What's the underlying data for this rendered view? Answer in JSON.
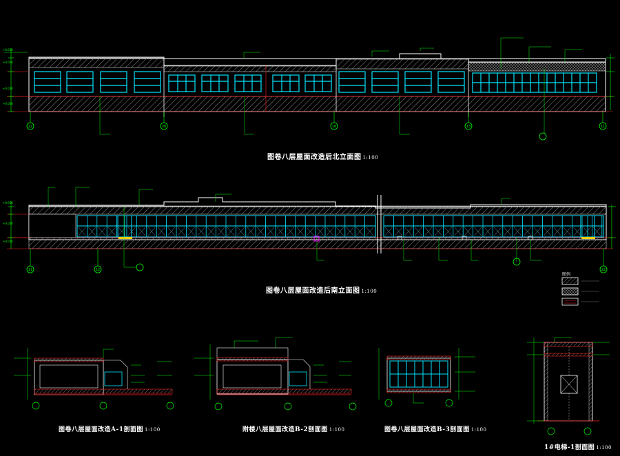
{
  "captions": {
    "north_elevation": "图卷八层屋面改造后北立面图",
    "north_scale": "1:100",
    "south_elevation": "图卷八层屋面改造后南立面图",
    "south_scale": "1:100",
    "section_1": "图卷八层屋面改造A-1剖面图",
    "section_1_scale": "1:100",
    "section_2": "附楼八层屋面改造B-2剖面图",
    "section_2_scale": "1:100",
    "section_3": "图卷八层屋面改造B-3剖面图",
    "section_3_scale": "1:100",
    "section_4": "1#电梯-1剖面图",
    "section_4_scale": "1:100"
  },
  "legend": {
    "title": "图例",
    "items": [
      "",
      "",
      ""
    ]
  },
  "grid_axes": {
    "north": [
      "22",
      "20",
      "16",
      "13",
      "",
      "11"
    ],
    "south": [
      "11",
      "12",
      "",
      "",
      "",
      "22"
    ]
  },
  "colors": {
    "background": "#000000",
    "outline": "#ffffff",
    "window": "#00e5ff",
    "dimension": "#00ff00",
    "axis": "#ff2020",
    "hatch": "#9a9a9a",
    "accent": "#ff00ff"
  }
}
